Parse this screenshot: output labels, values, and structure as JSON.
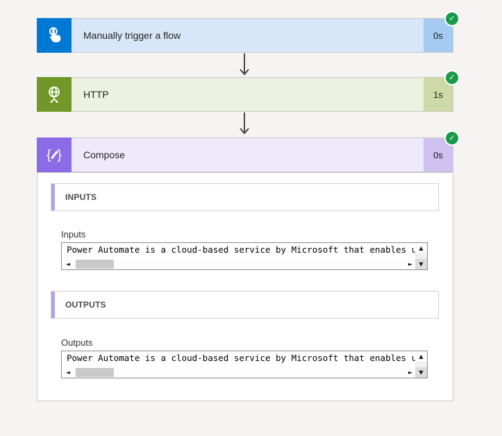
{
  "colors": {
    "page_bg": "#f5f4f2",
    "success_green": "#189a4a",
    "trigger_accent": "#0078d4",
    "trigger_header_bg": "#d7e7f8",
    "trigger_badge_bg": "#a6cbf2",
    "http_accent": "#709727",
    "http_header_bg": "#edf1df",
    "http_badge_bg": "#cdd9a7",
    "compose_accent": "#8b6ce6",
    "compose_header_bg": "#efeafb",
    "compose_badge_bg": "#cfc2f1",
    "section_accent": "#b4a0ec",
    "connector_arrow": "#484644"
  },
  "icons": {
    "trigger": "touch-icon",
    "http": "globe-icon",
    "compose": "braces-pencil-icon",
    "status": "checkmark-icon",
    "check_glyph": "✓",
    "scroll_up_glyph": "▲",
    "scroll_down_glyph": "▼",
    "scroll_left_glyph": "◄",
    "scroll_right_glyph": "►"
  },
  "nodes": {
    "trigger": {
      "title": "Manually trigger a flow",
      "duration": "0s"
    },
    "http": {
      "title": "HTTP",
      "duration": "1s"
    },
    "compose": {
      "title": "Compose",
      "duration": "0s"
    }
  },
  "compose_details": {
    "inputs_section_header": "INPUTS",
    "inputs_field_label": "Inputs",
    "inputs_value": "Power Automate is a cloud-based service by Microsoft that enables u",
    "outputs_section_header": "OUTPUTS",
    "outputs_field_label": "Outputs",
    "outputs_value": "Power Automate is a cloud-based service by Microsoft that enables u"
  }
}
